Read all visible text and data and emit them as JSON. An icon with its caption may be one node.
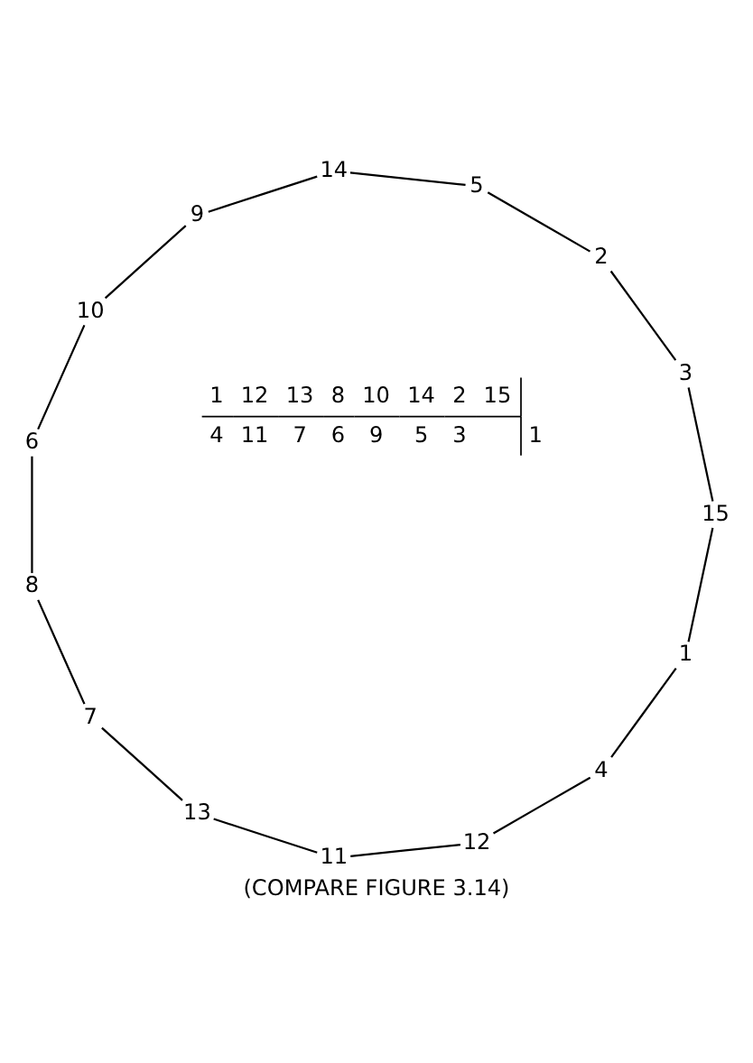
{
  "diagram": {
    "caption": "(COMPARE FIGURE 3.14)",
    "nodes": [
      {
        "text": [
          "1"
        ]
      },
      {
        "text": [
          "2"
        ]
      },
      {
        "text": [
          "3"
        ]
      },
      {
        "text": [
          "4"
        ]
      },
      {
        "text": [
          "5"
        ]
      },
      {
        "text": [
          "6"
        ]
      },
      {
        "text": [
          "7"
        ]
      },
      {
        "text": [
          "8"
        ]
      },
      {
        "text": [
          "9"
        ]
      },
      {
        "text": [
          "10"
        ]
      },
      {
        "text": [
          "11"
        ]
      },
      {
        "text": [
          "12"
        ]
      },
      {
        "text": [
          "13"
        ]
      },
      {
        "text": [
          "14"
        ]
      },
      {
        "text": [
          "15"
        ]
      }
    ],
    "edges": [
      {
        "from": 0,
        "to": 3,
        "arrow": "none"
      },
      {
        "from": 3,
        "to": 11,
        "arrow": "none"
      },
      {
        "from": 11,
        "to": 10,
        "arrow": "none"
      },
      {
        "from": 10,
        "to": 12,
        "arrow": "none"
      },
      {
        "from": 12,
        "to": 6,
        "arrow": "none"
      },
      {
        "from": 6,
        "to": 7,
        "arrow": "none"
      },
      {
        "from": 7,
        "to": 5,
        "arrow": "none"
      },
      {
        "from": 5,
        "to": 9,
        "arrow": "none"
      },
      {
        "from": 9,
        "to": 8,
        "arrow": "none"
      },
      {
        "from": 8,
        "to": 13,
        "arrow": "none"
      },
      {
        "from": 13,
        "to": 4,
        "arrow": "none"
      },
      {
        "from": 4,
        "to": 1,
        "arrow": "none"
      },
      {
        "from": 1,
        "to": 2,
        "arrow": "none"
      },
      {
        "from": 2,
        "to": 14,
        "arrow": "none"
      },
      {
        "from": 14,
        "to": 0,
        "arrow": "none"
      }
    ],
    "labels": [
      "1",
      "12",
      "13",
      "8",
      "10",
      "14",
      "2",
      "15",
      "4",
      "11",
      "7",
      "6",
      "9",
      "5",
      "3",
      "1"
    ]
  }
}
